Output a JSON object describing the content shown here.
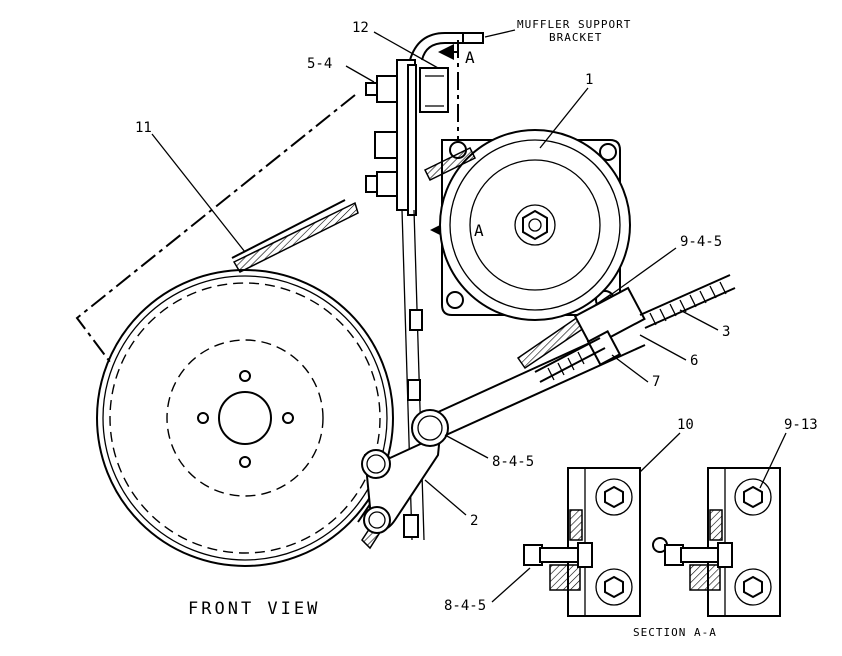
{
  "labels": {
    "muffler_support_bracket_line1": "MUFFLER SUPPORT",
    "muffler_support_bracket_line2": "BRACKET",
    "section_marker_top": "A",
    "section_marker_bottom": "A",
    "callout_12": "12",
    "callout_5_4": "5-4",
    "callout_11": "11",
    "callout_1": "1",
    "callout_9_4_5": "9-4-5",
    "callout_3": "3",
    "callout_6": "6",
    "callout_7": "7",
    "callout_8_4_5_upper": "8-4-5",
    "callout_2": "2",
    "callout_10": "10",
    "callout_9_13": "9-13",
    "callout_8_4_5_lower": "8-4-5",
    "front_view": "FRONT VIEW",
    "section_a_a": "SECTION A-A"
  }
}
